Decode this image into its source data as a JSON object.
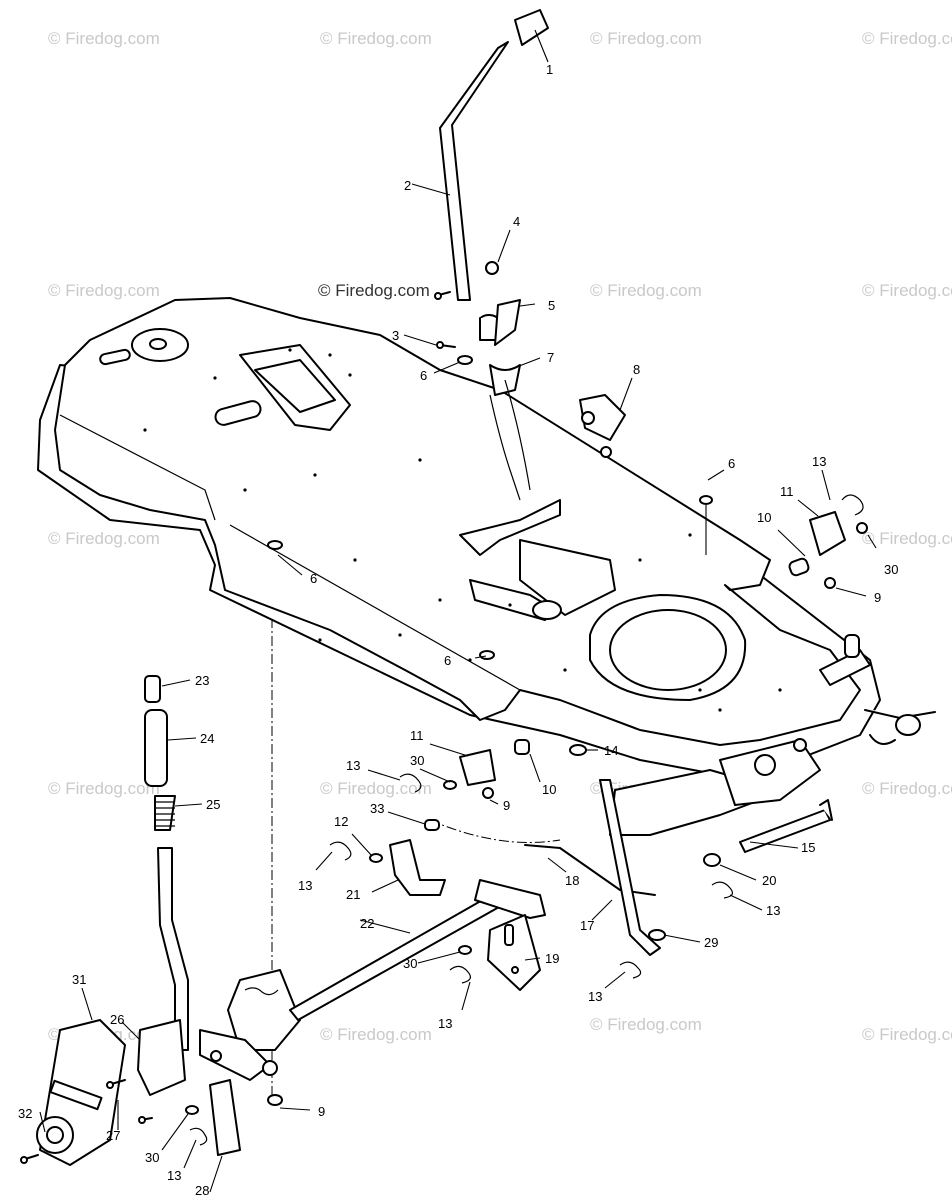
{
  "watermark": {
    "text": "© Firedog.com",
    "color": "#c9c9c9"
  },
  "callouts": {
    "c1": "1",
    "c2": "2",
    "c3": "3",
    "c4": "4",
    "c5": "5",
    "c6a": "6",
    "c7": "7",
    "c8": "8",
    "c6b": "6",
    "c13a": "13",
    "c11a": "11",
    "c10a": "10",
    "c30a": "30",
    "c9a": "9",
    "c6c": "6",
    "c6d": "6",
    "c23": "23",
    "c24": "24",
    "c25": "25",
    "c11b": "11",
    "c30b": "30",
    "c13b": "13",
    "c10b": "10",
    "c9b": "9",
    "c14": "14",
    "c33": "33",
    "c12": "12",
    "c13c": "13",
    "c21": "21",
    "c18": "18",
    "c15": "15",
    "c20": "20",
    "c13d": "13",
    "c17": "17",
    "c29": "29",
    "c22": "22",
    "c30c": "30",
    "c19": "19",
    "c13e": "13",
    "c13f": "13",
    "c31": "31",
    "c26": "26",
    "c27": "27",
    "c32": "32",
    "c9c": "9",
    "c30d": "30",
    "c13g": "13",
    "c28": "28"
  },
  "colors": {
    "line": "#000000",
    "background": "#ffffff"
  }
}
